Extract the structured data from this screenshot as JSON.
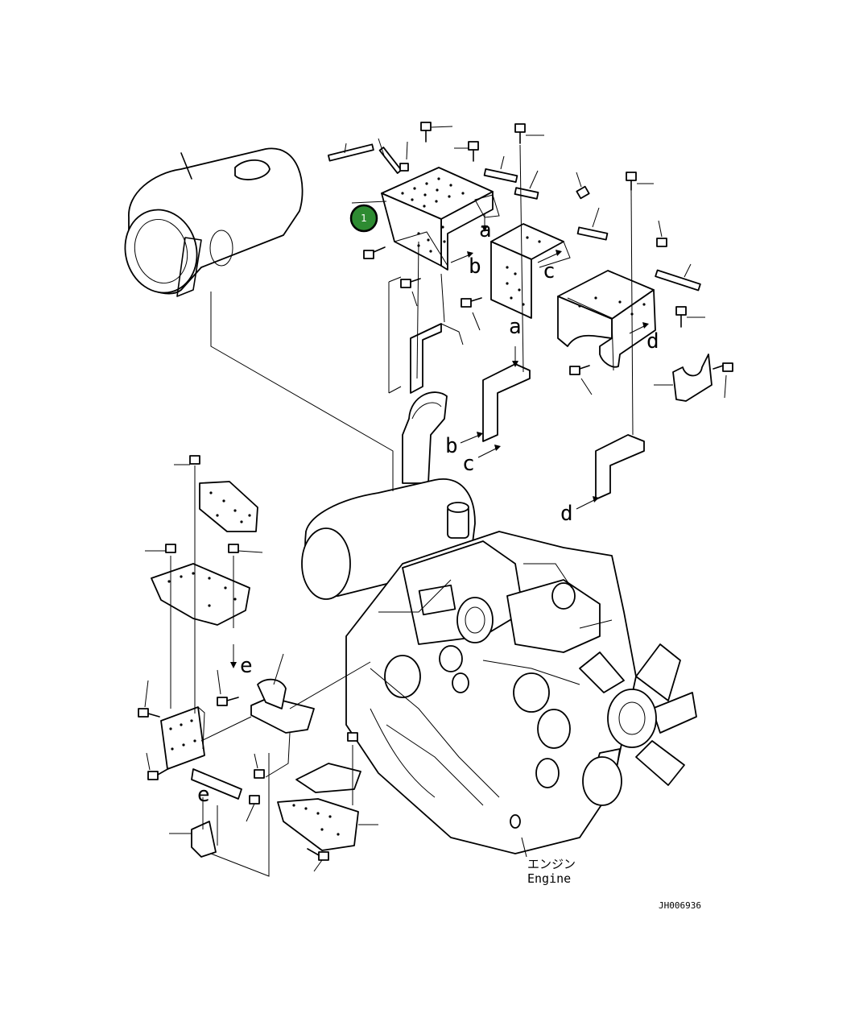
{
  "callout": {
    "number": "1",
    "color": "#2e8b32"
  },
  "ref_letters": {
    "a": "a",
    "b": "b",
    "c": "c",
    "d": "d",
    "e": "e"
  },
  "engine_label": {
    "japanese": "エンジン",
    "english": "Engine"
  },
  "drawing_id": "JH006936"
}
